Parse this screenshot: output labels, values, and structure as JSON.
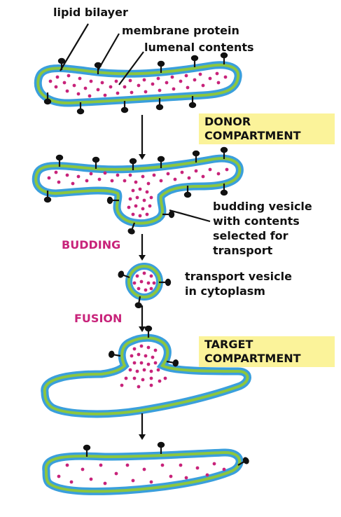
{
  "labels": {
    "lipid_bilayer": "lipid bilayer",
    "membrane_protein": "membrane protein",
    "lumenal_contents": "lumenal contents",
    "donor_line1": "DONOR",
    "donor_line2": "COMPARTMENT",
    "budding_line1": "budding vesicle",
    "budding_line2": "with contents",
    "budding_line3": "selected for",
    "budding_line4": "transport",
    "budding_step": "BUDDING",
    "transport_line1": "transport vesicle",
    "transport_line2": "in cytoplasm",
    "fusion_step": "FUSION",
    "target_line1": "TARGET",
    "target_line2": "COMPARTMENT"
  },
  "colors": {
    "membrane_outer": "#3a9fdc",
    "membrane_inner": "#8cc63f",
    "lumen": "#ffffff",
    "contents": "#c8237a",
    "protein": "#111111",
    "highlight_box": "#fbf39a",
    "step_label": "#c8237a"
  }
}
